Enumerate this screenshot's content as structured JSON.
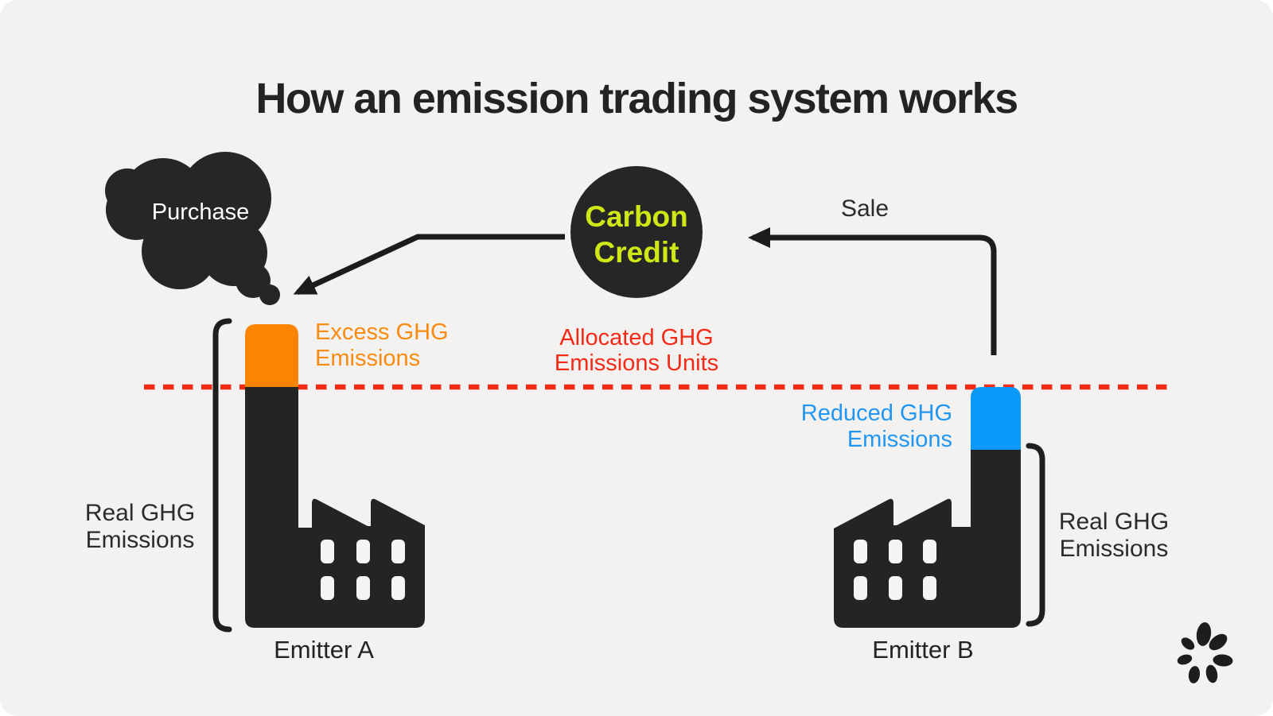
{
  "title": "How an emission trading system works",
  "flow": {
    "purchase_label": "Purchase",
    "carbon_credit_label": "Carbon\nCredit",
    "sale_label": "Sale"
  },
  "cap_line": {
    "label": "Allocated GHG\nEmissions Units"
  },
  "emitter_a": {
    "name": "Emitter A",
    "excess_label": "Excess GHG\nEmissions",
    "real_label": "Real GHG\nEmissions"
  },
  "emitter_b": {
    "name": "Emitter B",
    "reduced_label": "Reduced GHG\nEmissions",
    "real_label": "Real GHG\nEmissions"
  },
  "colors": {
    "canvas_background": "#f3f2f1",
    "ink_dark": "#232323",
    "excess_orange": "#fb8500",
    "reduced_blue": "#0a99f8",
    "allocation_red": "#f42a17",
    "carbon_credit_green": "#cfe716"
  },
  "icons": {
    "smoke-cloud-icon": "black smoke cloud holding the Purchase label",
    "carbon-credit-circle": "black circle token for carbon credit",
    "purchase-arrow-icon": "arrow from carbon credit to emitter A smoke",
    "sale-arrow-icon": "arrow from emitter B chimney to carbon credit",
    "allocation-dashed-line": "red dashed allocated emissions cap line",
    "factory-a-icon": "factory with orange excess chimney section",
    "factory-b-icon": "factory with blue reduced chimney section",
    "bracket-a-icon": "bracket spanning emitter A real emissions",
    "bracket-b-icon": "bracket spanning emitter B real emissions",
    "brand-logo-icon": "black petal burst logo, bottom right"
  }
}
